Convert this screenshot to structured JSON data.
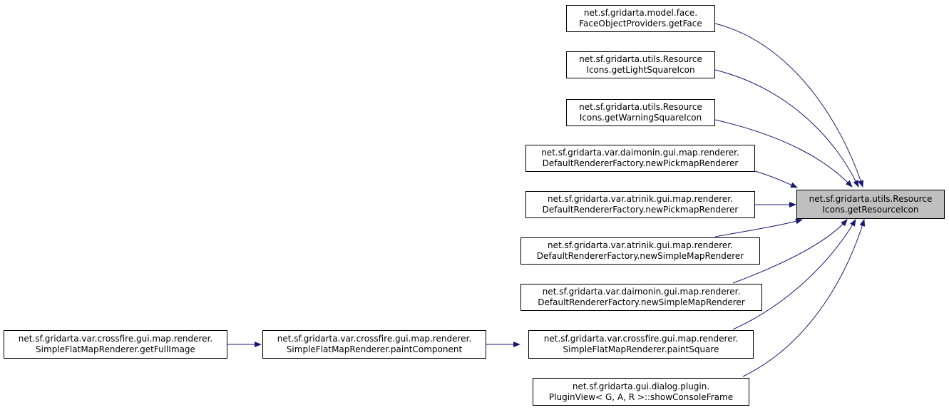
{
  "theme": {
    "edge_color": "#191970",
    "node_border": "#000000",
    "target_fill": "#bfbfbf"
  },
  "nodes": {
    "target": {
      "line1": "net.sf.gridarta.utils.Resource",
      "line2": "Icons.getResourceIcon"
    },
    "getFace": {
      "line1": "net.sf.gridarta.model.face.",
      "line2": "FaceObjectProviders.getFace"
    },
    "getLightSquareIcon": {
      "line1": "net.sf.gridarta.utils.Resource",
      "line2": "Icons.getLightSquareIcon"
    },
    "getWarningSquareIcon": {
      "line1": "net.sf.gridarta.utils.Resource",
      "line2": "Icons.getWarningSquareIcon"
    },
    "daimoninPickmap": {
      "line1": "net.sf.gridarta.var.daimonin.gui.map.renderer.",
      "line2": "DefaultRendererFactory.newPickmapRenderer"
    },
    "atrinikPickmap": {
      "line1": "net.sf.gridarta.var.atrinik.gui.map.renderer.",
      "line2": "DefaultRendererFactory.newPickmapRenderer"
    },
    "atrinikSimple": {
      "line1": "net.sf.gridarta.var.atrinik.gui.map.renderer.",
      "line2": "DefaultRendererFactory.newSimpleMapRenderer"
    },
    "daimoninSimple": {
      "line1": "net.sf.gridarta.var.daimonin.gui.map.renderer.",
      "line2": "DefaultRendererFactory.newSimpleMapRenderer"
    },
    "paintSquare": {
      "line1": "net.sf.gridarta.var.crossfire.gui.map.renderer.",
      "line2": "SimpleFlatMapRenderer.paintSquare"
    },
    "paintComponent": {
      "line1": "net.sf.gridarta.var.crossfire.gui.map.renderer.",
      "line2": "SimpleFlatMapRenderer.paintComponent"
    },
    "getFullImage": {
      "line1": "net.sf.gridarta.var.crossfire.gui.map.renderer.",
      "line2": "SimpleFlatMapRenderer.getFullImage"
    },
    "showConsoleFrame": {
      "line1": "net.sf.gridarta.gui.dialog.plugin.",
      "line2": "PluginView< G, A, R >::showConsoleFrame"
    }
  }
}
